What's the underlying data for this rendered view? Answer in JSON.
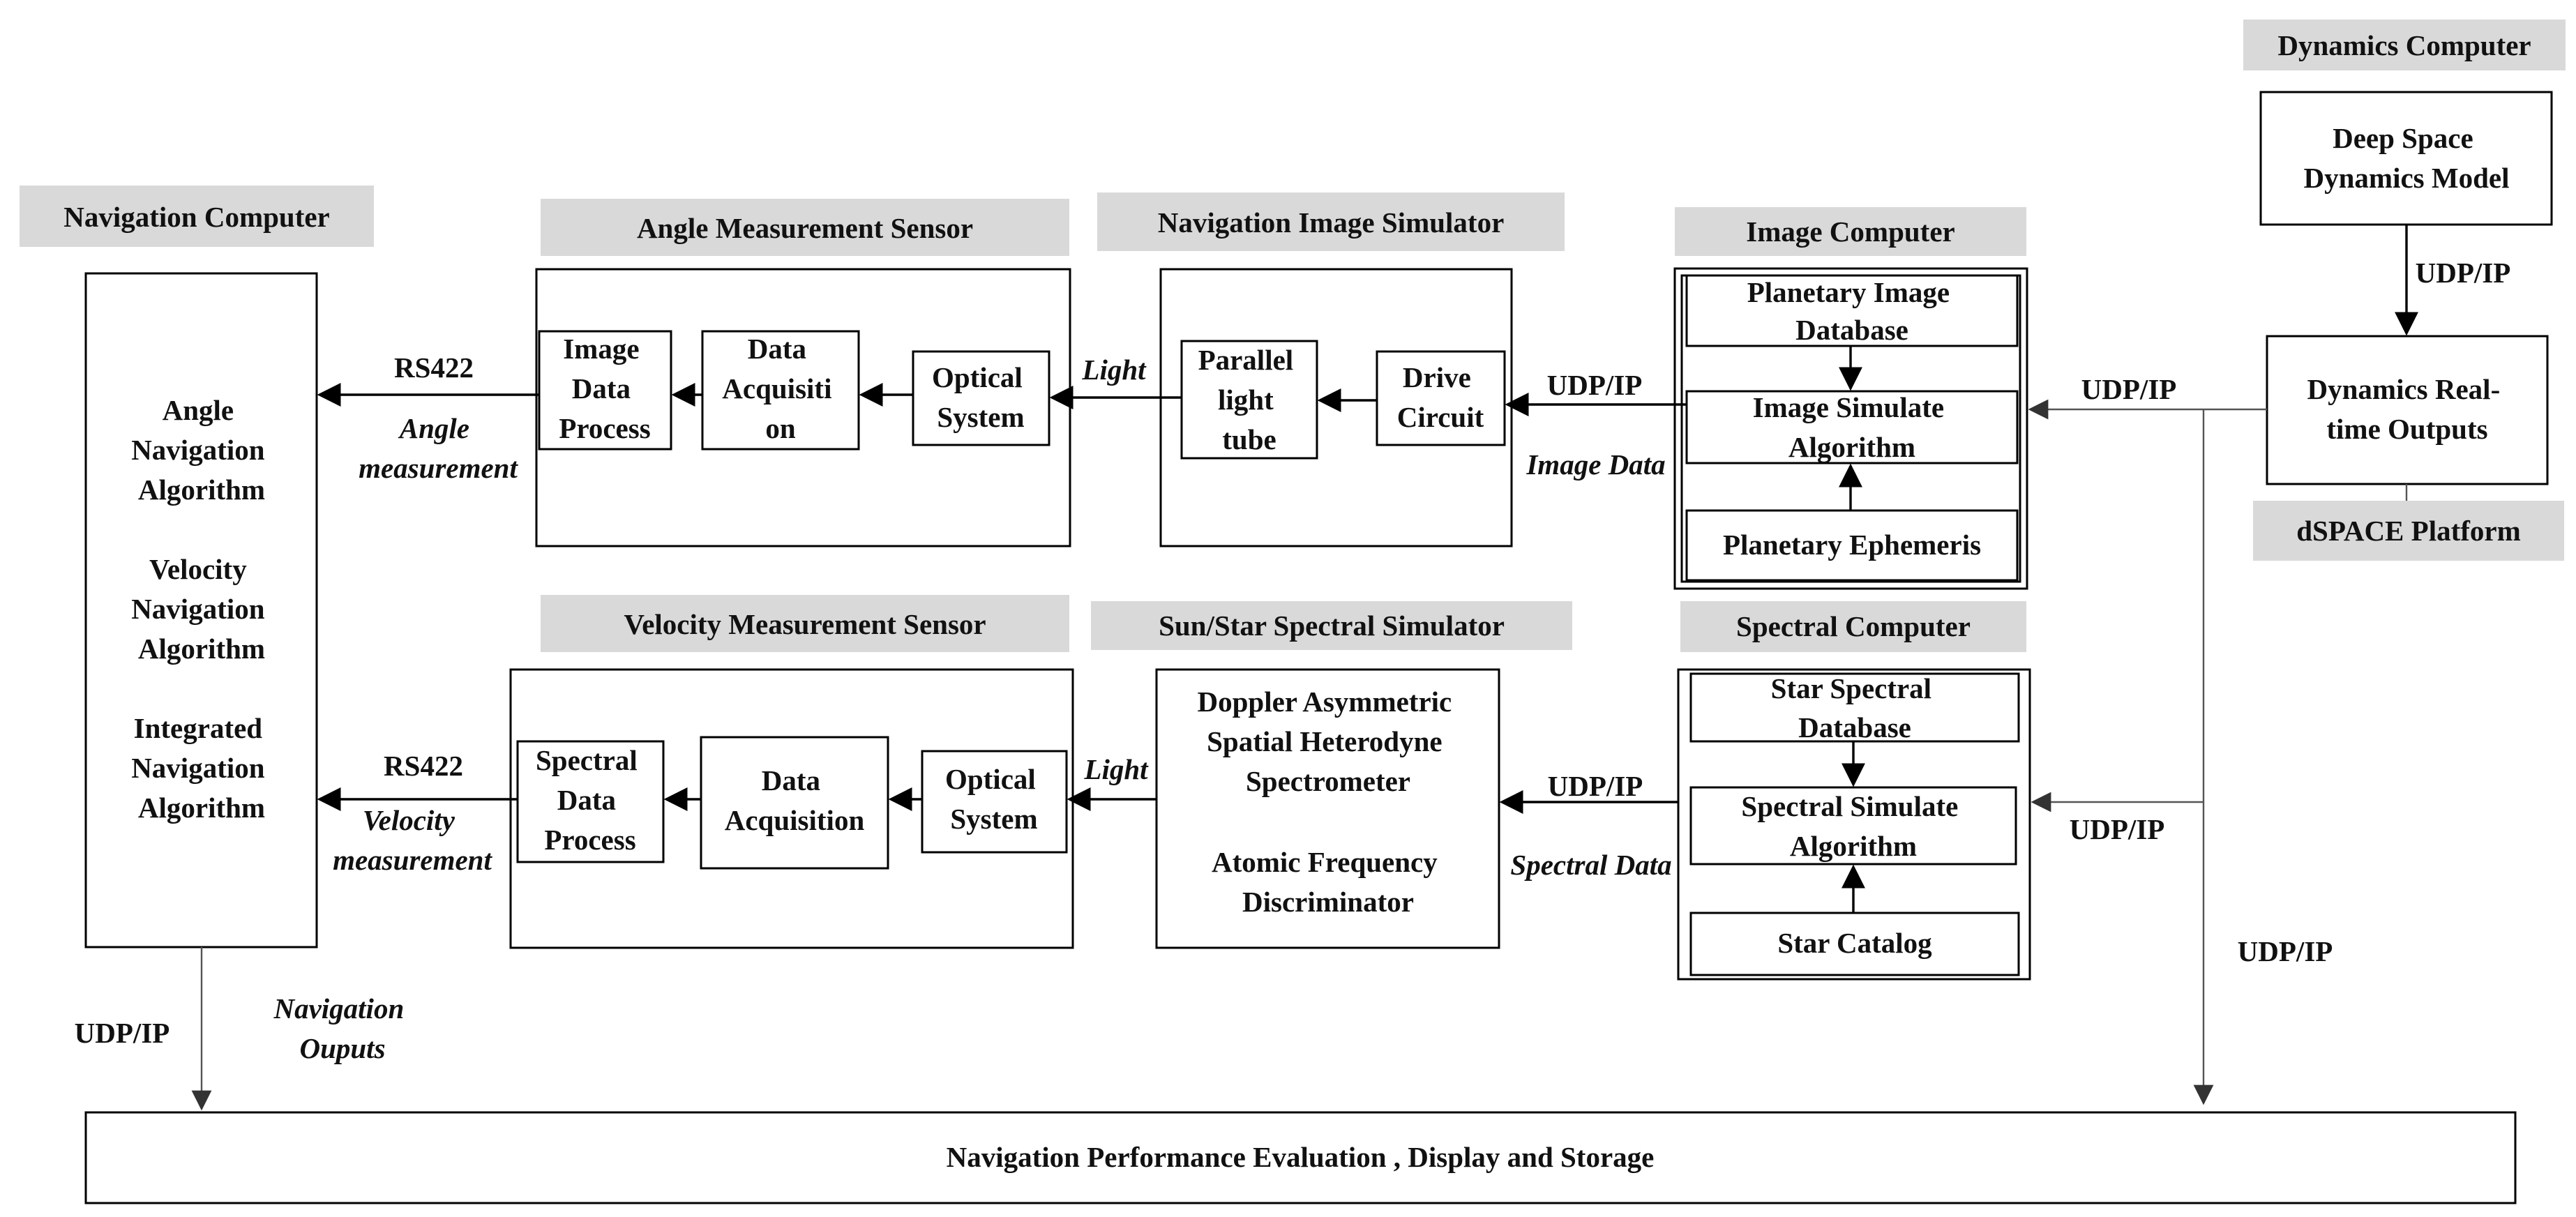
{
  "headers": {
    "navigation_computer": "Navigation Computer",
    "angle_sensor": "Angle Measurement Sensor",
    "nav_image_sim": "Navigation Image Simulator",
    "image_computer": "Image Computer",
    "dynamics_computer": "Dynamics Computer",
    "dspace_platform": "dSPACE Platform",
    "velocity_sensor": "Velocity Measurement Sensor",
    "spectral_sim": "Sun/Star Spectral Simulator",
    "spectral_computer": "Spectral Computer"
  },
  "nav_computer": {
    "angle_alg": [
      "Angle",
      "Navigation",
      "Algorithm"
    ],
    "velocity_alg": [
      "Velocity",
      "Navigation",
      "Algorithm"
    ],
    "integrated_alg": [
      "Integrated",
      "Navigation",
      "Algorithm"
    ]
  },
  "angle_sensor": {
    "image_data_process": [
      "Image",
      "Data",
      "Process"
    ],
    "data_acquisition": [
      "Data",
      "Acquisiti",
      "on"
    ],
    "optical_system": [
      "Optical",
      "System"
    ]
  },
  "image_sim": {
    "parallel_light_tube": [
      "Parallel",
      "light",
      "tube"
    ],
    "drive_circuit": [
      "Drive",
      "Circuit"
    ]
  },
  "image_computer": {
    "planetary_image_database": [
      "Planetary Image",
      "Database"
    ],
    "image_simulate_algorithm": [
      "Image Simulate",
      "Algorithm"
    ],
    "planetary_ephemeris": "Planetary Ephemeris"
  },
  "dynamics": {
    "deep_space_model": [
      "Deep Space",
      "Dynamics Model"
    ],
    "realtime_outputs": [
      "Dynamics Real-",
      "time Outputs"
    ]
  },
  "velocity_sensor": {
    "spectral_data_process": [
      "Spectral",
      "Data",
      "Process"
    ],
    "data_acquisition": [
      "Data",
      "Acquisition"
    ],
    "optical_system": [
      "Optical",
      "System"
    ]
  },
  "spectral_sim": {
    "doppler": [
      "Doppler Asymmetric",
      "Spatial Heterodyne",
      "Spectrometer"
    ],
    "atomic": [
      "Atomic Frequency",
      "Discriminator"
    ]
  },
  "spectral_computer": {
    "star_spectral_database": [
      "Star Spectral",
      "Database"
    ],
    "spectral_simulate_algorithm": [
      "Spectral Simulate",
      "Algorithm"
    ],
    "star_catalog": "Star Catalog"
  },
  "evaluation": "Navigation Performance Evaluation , Display and Storage",
  "labels": {
    "rs422_top": "RS422",
    "angle_measurement": [
      "Angle",
      "measurement"
    ],
    "light_top": "Light",
    "udp_image": "UDP/IP",
    "image_data": "Image Data",
    "udp_dyn_to_image": "UDP/IP",
    "udp_dyn_model": "UDP/IP",
    "rs422_bottom": "RS422",
    "velocity_measurement": [
      "Velocity",
      "measurement"
    ],
    "light_bottom": "Light",
    "udp_spectral": "UDP/IP",
    "spectral_data": "Spectral Data",
    "udp_dyn_to_spectral": "UDP/IP",
    "udp_dyn_to_eval": "UDP/IP",
    "udp_nav_out": "UDP/IP",
    "navigation_outputs": [
      "Navigation",
      "Ouputs"
    ]
  }
}
